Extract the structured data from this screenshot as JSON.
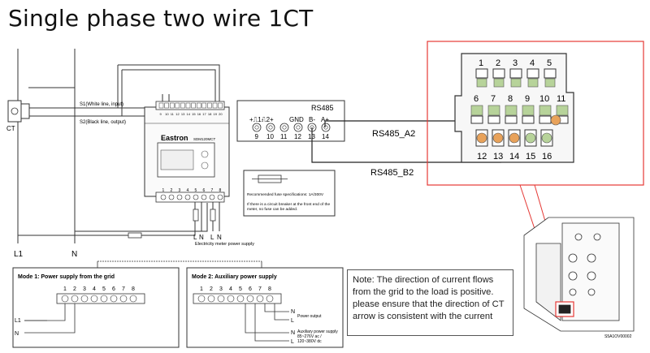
{
  "title": "Single phase two wire 1CT",
  "ct": {
    "label": "CT",
    "s1": "S1(White line, input)",
    "s2": "S2(Black line, output)"
  },
  "meter": {
    "brand": "Eastron",
    "model": "SDM120MCT",
    "top_terminals": [
      "9",
      "10",
      "11",
      "12",
      "13",
      "14",
      "15",
      "16",
      "17",
      "18",
      "19",
      "20"
    ],
    "bottom_terminals": [
      "1",
      "2",
      "3",
      "4",
      "5",
      "6",
      "7",
      "8"
    ],
    "power_label": "Electricity meter power supply",
    "L": "L",
    "N": "N"
  },
  "rs485_block": {
    "title": "RS485",
    "signals": [
      "+⎍1-",
      "⎍2+",
      "GND",
      "B-",
      "A+"
    ],
    "numbers": [
      "9",
      "10",
      "11",
      "12",
      "13",
      "14"
    ]
  },
  "fuse_note": {
    "line1": "Recommended fuse specifications: 1A/300V",
    "line2": "If there is a circuit breaker at the front end of the",
    "line3": "meter, no fuse can be added."
  },
  "mains": {
    "L1": "L1",
    "N": "N"
  },
  "modes": {
    "mode1": {
      "title": "Mode 1: Power supply from the grid",
      "terminals": [
        "1",
        "2",
        "3",
        "4",
        "5",
        "6",
        "7",
        "8"
      ],
      "L1": "L1",
      "N": "N"
    },
    "mode2": {
      "title": "Mode 2: Auxiliary power supply",
      "terminals": [
        "1",
        "2",
        "3",
        "4",
        "5",
        "6",
        "7",
        "8"
      ],
      "power_output": "Power output",
      "aux1": "Auxiliary power supply",
      "aux2": "85~276V ac /",
      "aux3": "120~380V dc",
      "N": "N",
      "L": "L"
    }
  },
  "connector": {
    "top_pins": [
      "1",
      "2",
      "3",
      "4",
      "5"
    ],
    "middle_pins": [
      "6",
      "7",
      "8",
      "9",
      "10",
      "11"
    ],
    "bottom_pins": [
      "12",
      "13",
      "14",
      "15",
      "16"
    ],
    "wire_a": "RS485_A2",
    "wire_b": "RS485_B2"
  },
  "note": "Note: The direction of current flows from the grid to the load is positive. please ensure that the direction of CT arrow is consistent with the current",
  "image_code": "S5A1OV00002",
  "colors": {
    "box_border": "#e53935",
    "green_pin": "#b7d39a",
    "orange_pin": "#e8a25a",
    "wire": "#222222"
  }
}
